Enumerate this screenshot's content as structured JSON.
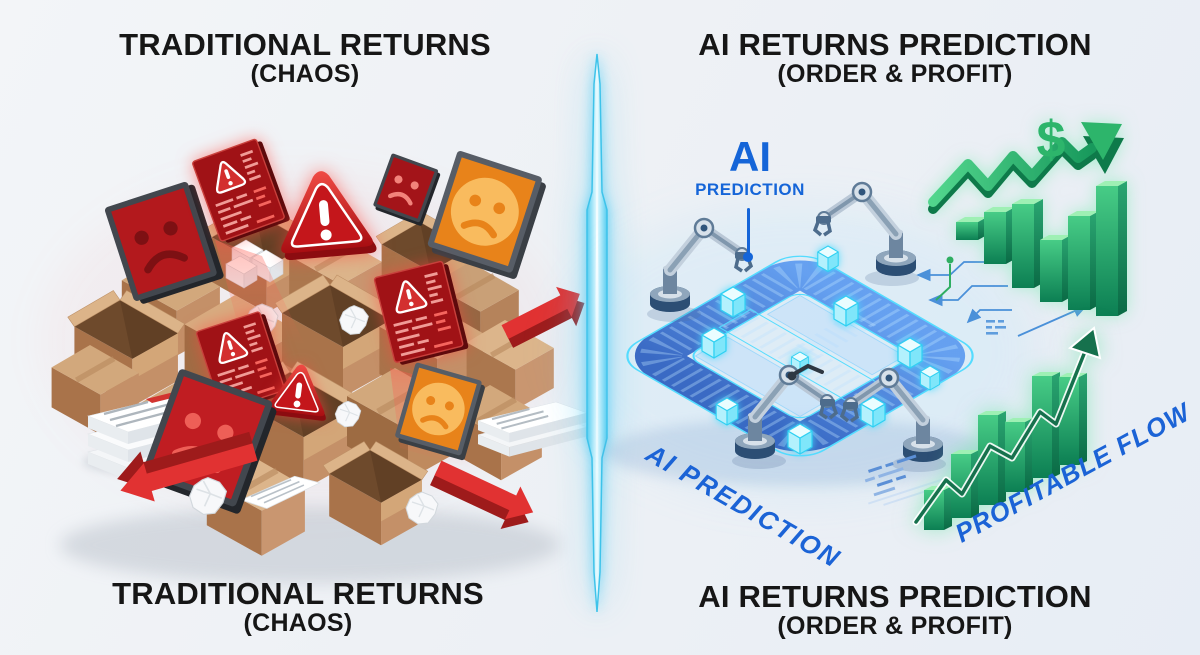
{
  "meta": {
    "type": "comparison-infographic",
    "subject": "traditional returns chaos vs AI returns prediction"
  },
  "left_panel": {
    "title_top": {
      "line1": "TRADITIONAL RETURNS",
      "line2": "(CHAOS)"
    },
    "title_bottom": {
      "line1": "TRADITIONAL RETURNS",
      "line2": "(CHAOS)"
    },
    "icons": [
      "sad-face-monitor-red",
      "sad-face-monitor-orange",
      "alert-panel-red",
      "warning-triangle",
      "red-arrow",
      "cardboard-box-pile",
      "paper-stack",
      "crumpled-paper",
      "document-sheet"
    ]
  },
  "right_panel": {
    "title_top": {
      "line1": "AI RETURNS PREDICTION",
      "line2": "(ORDER & PROFIT)"
    },
    "title_bottom": {
      "line1": "AI RETURNS PREDICTION",
      "line2": "(ORDER & PROFIT)"
    },
    "callout": {
      "line1": "AI",
      "line2": "PREDICTION"
    },
    "diagonal_label": "AI PREDICTION",
    "flow_label": "PROFITABLE FLOW",
    "currency_symbol": "$",
    "icons": [
      "conveyor-platform",
      "robot-arm",
      "glowing-box",
      "growth-zigzag-arrow",
      "dollar-sign",
      "green-bar-chart",
      "trend-arrow",
      "circuit-lines",
      "data-stream-dashes"
    ]
  },
  "divider": {
    "style": "glowing-beam",
    "color": "#49c8ef"
  },
  "colors": {
    "background": "#eef1f5",
    "title_text": "#161616",
    "accent_blue": "#1565d8",
    "alert_red": "#d62a2a",
    "alert_panel_red": "#a01216",
    "orange": "#e8831a",
    "cardboard": "#c89a6e",
    "green": "#2db56b",
    "dark_green": "#0d8557",
    "cyan": "#49c8ef",
    "robot_silver": "#c3d0dd"
  }
}
